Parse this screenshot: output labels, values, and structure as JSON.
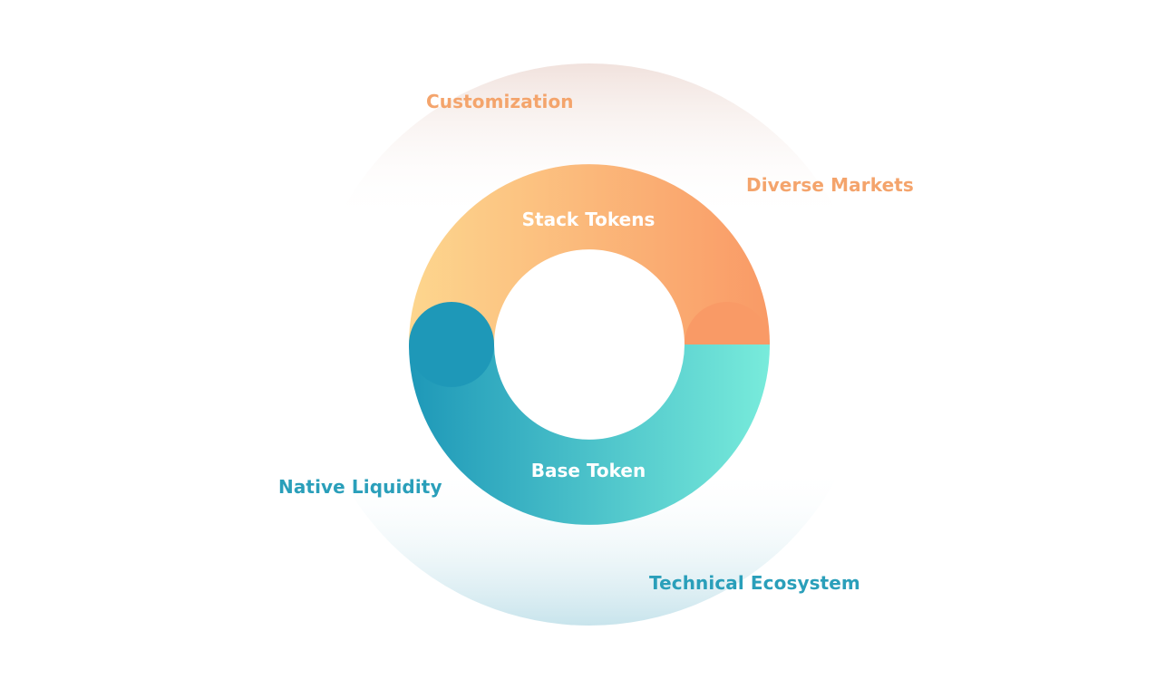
{
  "diagram": {
    "stack_tokens": {
      "label": "Stack Tokens"
    },
    "base_token": {
      "label": "Base Token"
    },
    "features_top": [
      {
        "label": "Customization"
      },
      {
        "label": "Diverse Markets"
      }
    ],
    "features_bottom": [
      {
        "label": "Native Liquidity"
      },
      {
        "label": "Technical Ecosystem"
      }
    ]
  },
  "colors": {
    "orange_text": "#F4A46C",
    "teal_text": "#2A9FBA",
    "ring_top_start": "#FDD68E",
    "ring_top_end": "#F99A66",
    "ring_bottom_start": "#1E98B8",
    "ring_bottom_end": "#78EBDB",
    "halo_top": "#F1E2DD",
    "halo_bottom": "#C8E4EC",
    "token_text": "#FFFFFF"
  }
}
